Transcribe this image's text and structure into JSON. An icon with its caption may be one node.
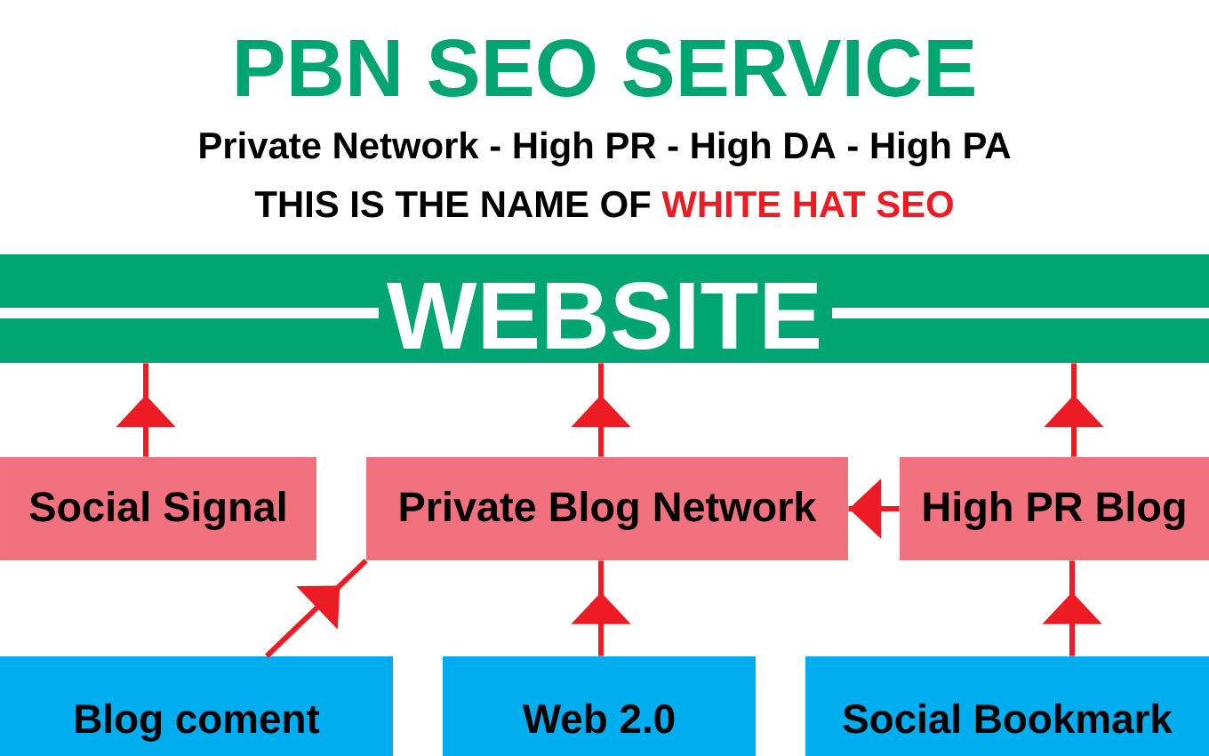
{
  "diagram": {
    "title": "PBN SEO SERVICE",
    "nodes": [
      {
        "text": [
          "WEBSITE"
        ]
      },
      {
        "text": [
          "Social Signal"
        ]
      },
      {
        "text": [
          "Private Blog Network"
        ]
      },
      {
        "text": [
          "High PR Blog"
        ]
      },
      {
        "text": [
          "Blog coment"
        ]
      },
      {
        "text": [
          "Web 2.0"
        ]
      },
      {
        "text": [
          "Social Bookmark"
        ]
      }
    ],
    "edges": [
      {
        "from": 1,
        "to": 0,
        "arrow": "to"
      },
      {
        "from": 2,
        "to": 0,
        "arrow": "to"
      },
      {
        "from": 3,
        "to": 0,
        "arrow": "to"
      },
      {
        "from": 3,
        "to": 2,
        "arrow": "to"
      },
      {
        "from": 4,
        "to": 2,
        "arrow": "to"
      },
      {
        "from": 5,
        "to": 2,
        "arrow": "to"
      },
      {
        "from": 6,
        "to": 3,
        "arrow": "to"
      }
    ],
    "labels": [
      "Private Network - High PR - High DA - High PA",
      "THIS IS THE NAME OF",
      "WHITE HAT SEO"
    ]
  }
}
